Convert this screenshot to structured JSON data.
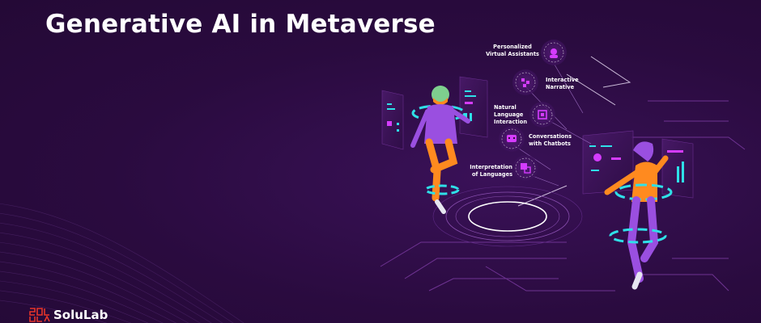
{
  "title": "Generative AI in Metaverse",
  "features": [
    {
      "label": "Personalized Virtual Assistants",
      "icon": "assistant-icon"
    },
    {
      "label": "Interactive Narrative",
      "icon": "narrative-icon"
    },
    {
      "label": "Natural Language Interaction",
      "icon": "language-interaction-icon"
    },
    {
      "label": "Conversations with Chatbots",
      "icon": "chatbot-icon"
    },
    {
      "label": "Interpretation of Languages",
      "icon": "translation-icon"
    }
  ],
  "brand": {
    "name": "SoluLab",
    "logo_letters": "SOLULAB"
  },
  "colors": {
    "background": "#2a0b3f",
    "accent_cyan": "#2fe0e8",
    "accent_magenta": "#d53cff",
    "accent_orange": "#ff8a1f",
    "accent_violet": "#9a4fe0",
    "logo_red": "#e5342a"
  }
}
